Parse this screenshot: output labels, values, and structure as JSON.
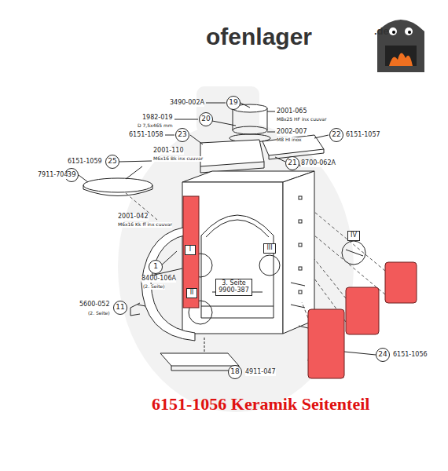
{
  "diagram": {
    "caption": "6151-1056 Keramik Seitenteil",
    "nodes": [
      {
        "text": [
          "19"
        ]
      },
      {
        "text": [
          "20"
        ]
      },
      {
        "text": [
          "23"
        ]
      },
      {
        "text": [
          "22"
        ]
      },
      {
        "text": [
          "25"
        ]
      },
      {
        "text": [
          "21"
        ]
      },
      {
        "text": [
          "39"
        ]
      },
      {
        "text": [
          "IV"
        ]
      },
      {
        "text": [
          "I"
        ]
      },
      {
        "text": [
          "III"
        ]
      },
      {
        "text": [
          "1"
        ]
      },
      {
        "text": [
          "3. Seite",
          "9900-387"
        ]
      },
      {
        "text": [
          "II"
        ]
      },
      {
        "text": [
          "11"
        ]
      },
      {
        "text": [
          "18"
        ]
      },
      {
        "text": [
          "24"
        ]
      }
    ],
    "labels": [
      "ofenlager",
      ".de",
      "3490-002A",
      "2001-065",
      "M8x25 HF inx cuuvar",
      "1982-019",
      "D 7,5x465 mm",
      "2002-007",
      "M8 HI inox",
      "6151-1058",
      "6151-1057",
      "2001-110",
      "M6x16 Bk inx cuuvar",
      "6151-1059",
      "7911-704",
      "8700-062A",
      "2001-042",
      "M6x16 Kk ff inx cuuvar",
      "8400-106A",
      "(2. Seite)",
      "5600-052",
      "(2. Seite)",
      "4911-047",
      "6151-1056"
    ]
  }
}
